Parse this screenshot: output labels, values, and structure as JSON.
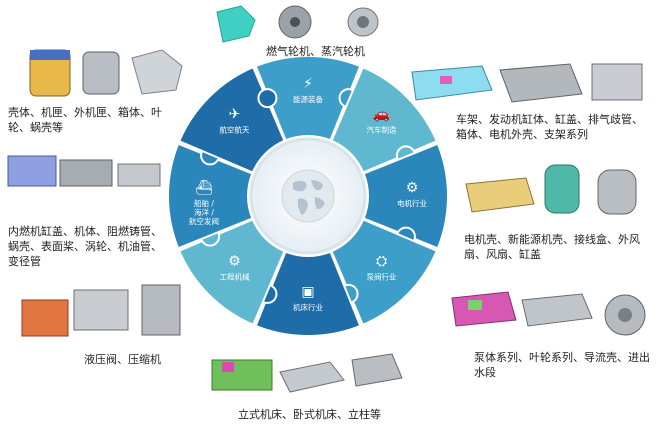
{
  "diagram": {
    "segments": [
      {
        "id": "energy",
        "label": "能源装备",
        "color": "#3d9ec9",
        "icon": "power-tower-icon"
      },
      {
        "id": "auto",
        "label": "汽车制造",
        "color": "#5fb8cf",
        "icon": "car-icon"
      },
      {
        "id": "motor",
        "label": "电机行业",
        "color": "#2b87bb",
        "icon": "motor-icon"
      },
      {
        "id": "valve",
        "label": "泵阀行业",
        "color": "#3d9ec9",
        "icon": "valve-icon"
      },
      {
        "id": "machine",
        "label": "机床行业",
        "color": "#1f6da8",
        "icon": "machine-tool-icon"
      },
      {
        "id": "construction",
        "label": "工程机械",
        "color": "#5fb8cf",
        "icon": "gear-icon"
      },
      {
        "id": "marine",
        "label": "船舶 / 海洋 / 航空发阀",
        "color": "#2b87bb",
        "icon": "ship-icon"
      },
      {
        "id": "aero",
        "label": "航空航天",
        "color": "#1f6da8",
        "icon": "airplane-icon"
      }
    ],
    "center_icon": "globe-icon"
  },
  "captions": {
    "turbine": "燃气轮机、蒸汽轮机",
    "shell": "壳体、机匣、外机匣、箱体、叶轮、蜗壳等",
    "engine": "内燃机缸盖、机体、阻燃铸管、蜗壳、表面桨、涡轮、机油管、变径管",
    "hydraulic": "液压阀、压缩机",
    "machine_tool": "立式机床、卧式机床、立柱等",
    "auto": "车架、发动机缸体、缸盖、排气歧管、箱体、电机外壳、支架系列",
    "motor": "电机壳、新能源机壳、接线盒、外风扇、风扇、缸盖",
    "pump": "泵体系列、叶轮系列、导流壳、进出水段"
  }
}
